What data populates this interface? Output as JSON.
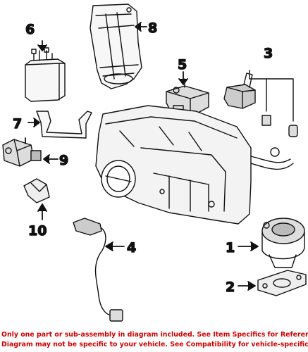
{
  "diagram": {
    "callouts": [
      {
        "id": "1",
        "label": "1"
      },
      {
        "id": "2",
        "label": "2"
      },
      {
        "id": "3",
        "label": "3"
      },
      {
        "id": "4",
        "label": "4"
      },
      {
        "id": "5",
        "label": "5"
      },
      {
        "id": "6",
        "label": "6"
      },
      {
        "id": "7",
        "label": "7"
      },
      {
        "id": "8",
        "label": "8"
      },
      {
        "id": "9",
        "label": "9"
      },
      {
        "id": "10",
        "label": "10"
      }
    ]
  },
  "disclaimer": {
    "line1": "Only one part or sub-assembly in diagram included. See Item Specifics for Reference #.",
    "line2": "Diagram may not be specific to your vehicle. See Compatibility for vehicle-specific diagrams."
  },
  "colors": {
    "disclaimer_text": "#d10000",
    "line_art": "#111111",
    "background": "#ffffff"
  }
}
